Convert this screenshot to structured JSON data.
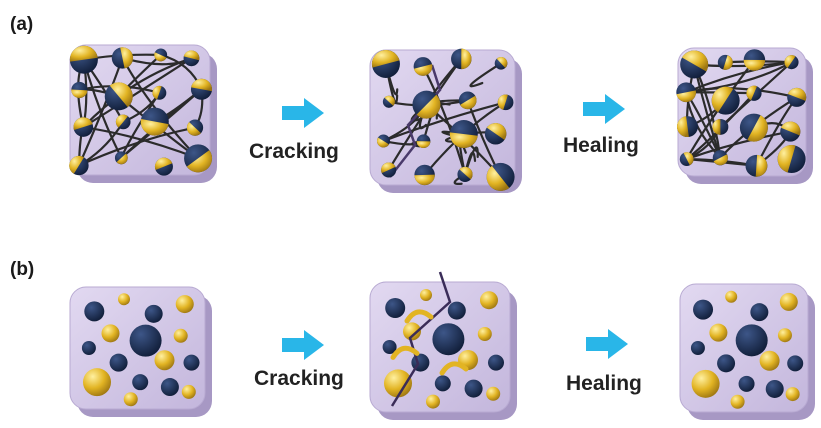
{
  "panels": [
    {
      "label": "(a)",
      "step1": "Cracking",
      "step2": "Healing"
    },
    {
      "label": "(b)",
      "step1": "Cracking",
      "step2": "Healing"
    }
  ],
  "colors": {
    "tile_face": "#d3c8e6",
    "tile_edge": "#a798c4",
    "sphere_dark": "#1d2f52",
    "sphere_gold": "#e2b423",
    "arrow": "#29b6e8",
    "chain": "#2b2b2b"
  }
}
